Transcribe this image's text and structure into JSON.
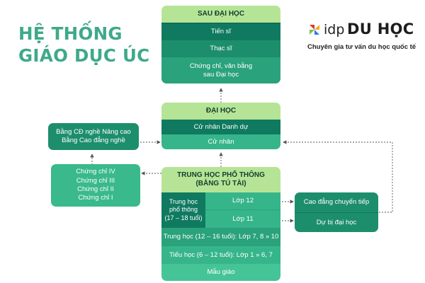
{
  "title": {
    "line1": "HỆ THỐNG",
    "line2": "GIÁO DỤC ÚC"
  },
  "brand": {
    "idp": "idp",
    "name": "DU HỌC",
    "tagline": "Chuyên gia tư vấn du học quốc tế"
  },
  "postgrad": {
    "header": "SAU ĐẠI HỌC",
    "items": [
      "Tiến sĩ",
      "Thạc sĩ",
      "Chứng chỉ, văn bằng\nsau Đại học"
    ]
  },
  "university": {
    "header": "ĐẠI HỌC",
    "items": [
      "Cử nhân Danh dự",
      "Cử nhân"
    ]
  },
  "vocational_diploma": {
    "text": "Bằng CĐ nghề Nâng cao\nBằng Cao đẳng nghề"
  },
  "vocational_certs": {
    "items": [
      "Chứng chỉ IV",
      "Chứng chỉ III",
      "Chứng chỉ II",
      "Chứng chỉ I"
    ]
  },
  "highschool": {
    "header": "TRUNG HỌC PHỔ THÔNG\n(BẰNG TÚ TÀI)",
    "senior_label": "Trung học\nphổ thông\n(17 – 18 tuổi)",
    "grade12": "Lớp 12",
    "grade11": "Lớp 11",
    "junior": "Trung học (12 – 16 tuổi): Lớp 7, 8 » 10",
    "primary": "Tiểu học (6 – 12 tuổi): Lớp 1 » 6, 7",
    "kindergarten": "Mẫu giáo"
  },
  "pathways": {
    "items": [
      "Cao đẳng chuyển tiếp",
      "Dự bị đại học"
    ]
  }
}
